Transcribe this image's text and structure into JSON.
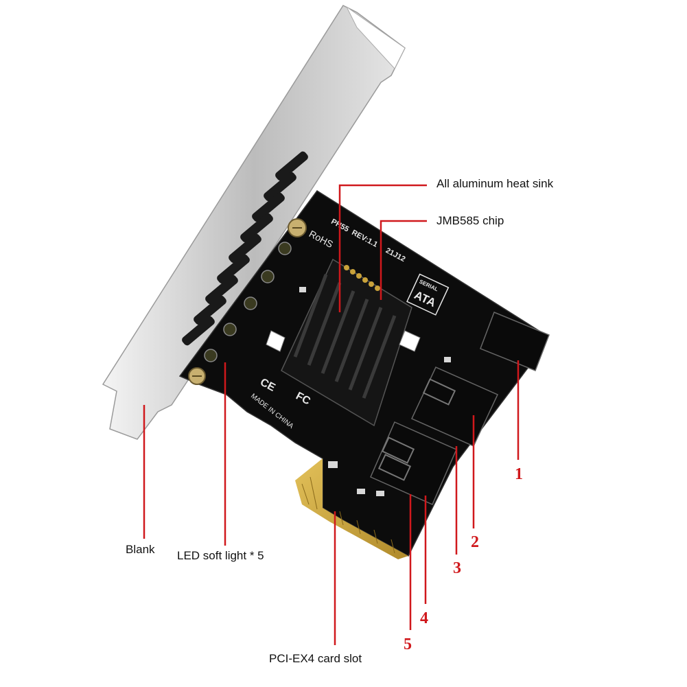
{
  "callouts": {
    "heat_sink": "All aluminum heat sink",
    "chip": "JMB585 chip",
    "blank": "Blank",
    "led": "LED soft light * 5",
    "slot": "PCI-EX4 card slot"
  },
  "port_numbers": [
    "1",
    "2",
    "3",
    "4",
    "5"
  ],
  "board_markings": {
    "model": "PH55",
    "rev": "REV:1.1",
    "date": "21J12",
    "rohs": "RoHS",
    "ce": "CE",
    "fc": "FC",
    "made_in": "MADE IN CHINA",
    "serial": "SERIAL",
    "ata": "ATA"
  },
  "colors": {
    "callout_line": "#d0181c",
    "pcb": "#0c0c0c",
    "gold": "#c9a23a",
    "bracket": "#d8d8d8"
  }
}
